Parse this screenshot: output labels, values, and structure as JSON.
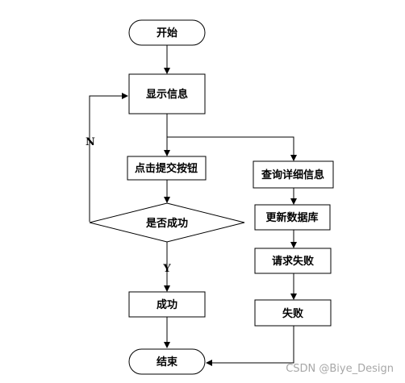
{
  "flowchart": {
    "start": "开始",
    "show_info": "显示信息",
    "click_submit": "点击提交按钮",
    "decision": "是否成功",
    "success": "成功",
    "end": "结束",
    "query_detail": "查询详细信息",
    "update_db": "更新数据库",
    "request_fail": "请求失败",
    "fail": "失败",
    "label_no": "N",
    "label_yes": "Y"
  },
  "watermark": "CSDN @Biye_Design"
}
